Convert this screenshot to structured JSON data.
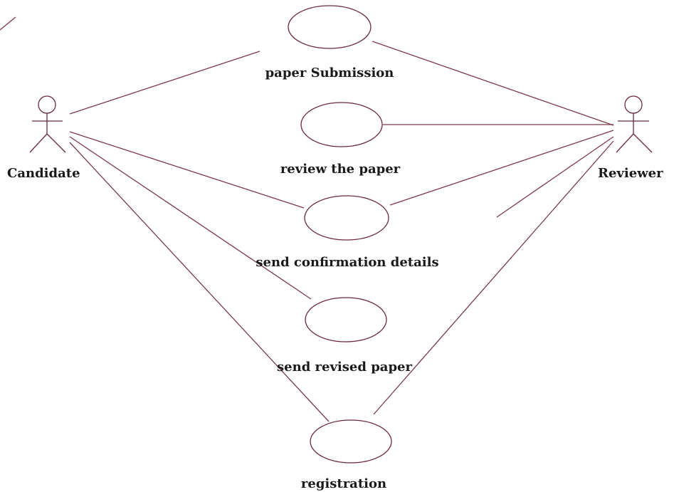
{
  "diagram": {
    "type": "use-case",
    "actors": {
      "candidate": "Candidate",
      "reviewer": "Reviewer"
    },
    "use_cases": {
      "paper_submission": "paper Submission",
      "review_paper": "review the paper",
      "send_confirmation": "send confirmation details",
      "send_revised": "send revised paper",
      "registration": "registration"
    },
    "associations": [
      {
        "actor": "Candidate",
        "use_case": "paper Submission"
      },
      {
        "actor": "Candidate",
        "use_case": "send confirmation details"
      },
      {
        "actor": "Candidate",
        "use_case": "send revised paper"
      },
      {
        "actor": "Candidate",
        "use_case": "registration"
      },
      {
        "actor": "Reviewer",
        "use_case": "paper Submission"
      },
      {
        "actor": "Reviewer",
        "use_case": "review the paper"
      },
      {
        "actor": "Reviewer",
        "use_case": "send confirmation details"
      },
      {
        "actor": "Reviewer",
        "use_case": "registration"
      }
    ],
    "colors": {
      "line": "#7a3a4a",
      "shape": "#6a2a3a",
      "text": "#1a1a1a"
    }
  }
}
